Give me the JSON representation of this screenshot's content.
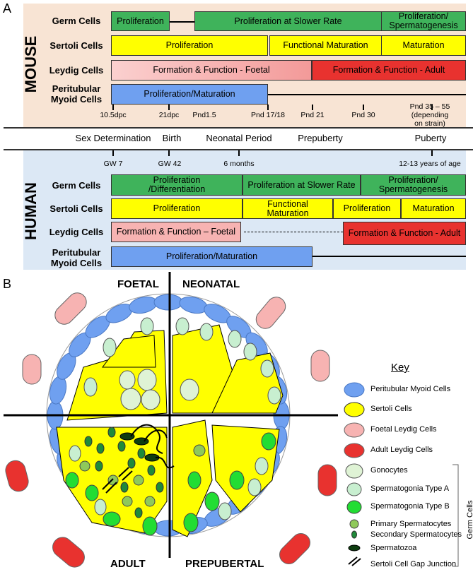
{
  "panel_a": {
    "letter": "A",
    "mouse_label": "MOUSE",
    "human_label": "HUMAN",
    "mouse_rows": [
      {
        "label": "Germ Cells",
        "bars": [
          "Proliferation",
          "Proliferation at Slower Rate",
          "Proliferation/\nSpermatogenesis"
        ]
      },
      {
        "label": "Sertoli Cells",
        "bars": [
          "Proliferation",
          "Functional Maturation",
          "Maturation"
        ]
      },
      {
        "label": "Leydig Cells",
        "bars": [
          "Formation & Function - Foetal",
          "Formation & Function - Adult"
        ]
      },
      {
        "label": "Peritubular\nMyoid Cells",
        "bars": [
          "Proliferation/Maturation"
        ]
      }
    ],
    "mouse_ticks": [
      "10.5dpc",
      "21dpc",
      "Pnd1.5",
      "Pnd 17/18",
      "Pnd 21",
      "Pnd 30",
      "Pnd 35 – 55\n(depending on strain)"
    ],
    "events": [
      "Sex Determination",
      "Birth",
      "Neonatal Period",
      "Prepuberty",
      "Puberty"
    ],
    "human_ticks": [
      "GW 7",
      "GW 42",
      "6 months",
      "12-13 years of age"
    ],
    "human_rows": [
      {
        "label": "Germ Cells",
        "bars": [
          "Proliferation\n/Differentiation",
          "Proliferation at Slower Rate",
          "Proliferation/\nSpermatogenesis"
        ]
      },
      {
        "label": "Sertoli Cells",
        "bars": [
          "Proliferation",
          "Functional\nMaturation",
          "Proliferation",
          "Maturation"
        ]
      },
      {
        "label": "Leydig Cells",
        "bars": [
          "Formation & Function – Foetal",
          "Formation & Function - Adult"
        ]
      },
      {
        "label": "Peritubular\nMyoid Cells",
        "bars": [
          "Proliferation/Maturation"
        ]
      }
    ]
  },
  "panel_b": {
    "letter": "B",
    "quadrants": [
      "FOETAL",
      "NEONATAL",
      "ADULT",
      "PREPUBERTAL"
    ],
    "key_title": "Key",
    "key": [
      "Peritubular Myoid Cells",
      "Sertoli Cells",
      "Foetal Leydig Cells",
      "Adult Leydig Cells",
      "Gonocytes",
      "Spermatogonia Type A",
      "Spermatogonia Type B",
      "Primary Spermatocytes",
      "Secondary Spermatocytes",
      "Spermatozoa",
      "Sertoli Cell Gap Junction"
    ],
    "germ_cells_label": "Germ Cells"
  },
  "colors": {
    "green_bar": "#3fb35b",
    "yellow": "#ffff00",
    "foetal_leydig": "#f7b3b2",
    "adult_leydig": "#e8322f",
    "myoid_blue": "#6fa0f0",
    "mouse_band": "#f8e4d4",
    "human_band": "#dce8f5"
  }
}
